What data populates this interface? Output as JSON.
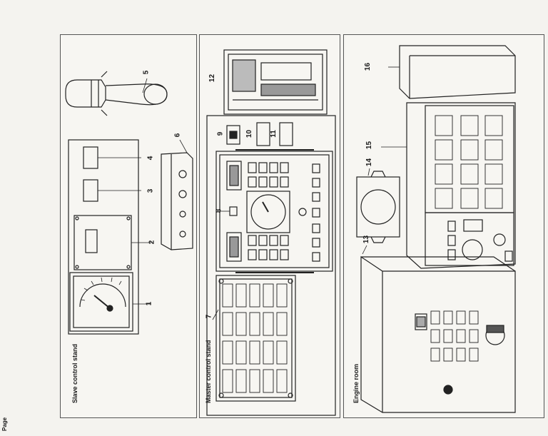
{
  "page_marker": "Page",
  "panels": {
    "slave": {
      "title": "Slave control stand"
    },
    "master": {
      "title": "Master control stand"
    },
    "engine": {
      "title": "Engine room"
    }
  },
  "callouts": [
    "1",
    "2",
    "3",
    "4",
    "5",
    "6",
    "7",
    "8",
    "9",
    "10",
    "11",
    "12",
    "13",
    "14",
    "15",
    "16"
  ]
}
